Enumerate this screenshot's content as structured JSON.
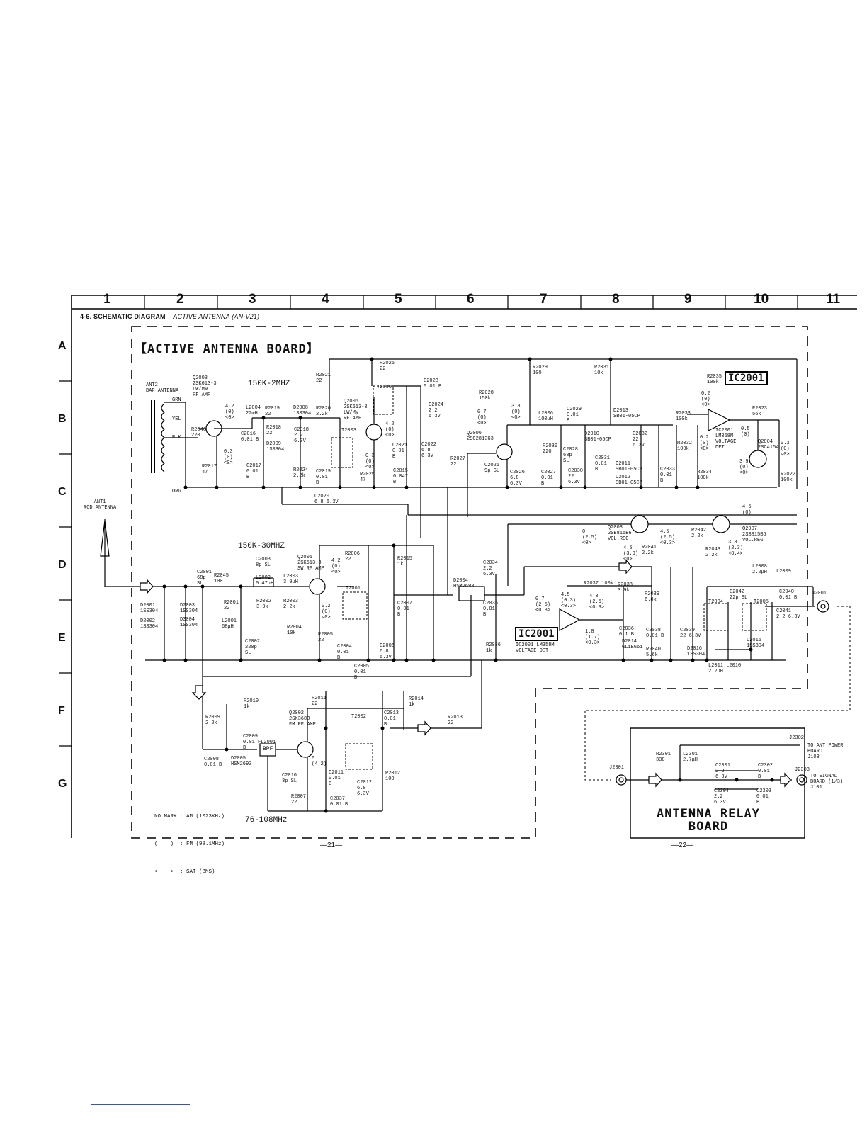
{
  "columns": [
    "1",
    "2",
    "3",
    "4",
    "5",
    "6",
    "7",
    "8",
    "9",
    "10",
    "11"
  ],
  "rows": [
    "A",
    "B",
    "C",
    "D",
    "E",
    "F",
    "G"
  ],
  "heading": {
    "prefix": "4-6.  SCHEMATIC DIAGRAM –",
    "italic": "ACTIVE ANTENNA (AN-V21)",
    "suffix": "–"
  },
  "boards": {
    "active": "【ACTIVE ANTENNA BOARD】",
    "relay_line1": "ANTENNA RELAY",
    "relay_line2": "BOARD"
  },
  "ic_labels": [
    "IC2001",
    "IC2001"
  ],
  "bands": [
    "150K-2MHZ",
    "150K-30MHZ",
    "76-108MHz"
  ],
  "antennas": {
    "bar": "ANT2\nBAR ANTENNA",
    "rod": "ANT1\nROD ANTENNA",
    "wires": [
      "GRN",
      "YEL",
      "BLK",
      "ORG"
    ]
  },
  "components": [
    {
      "t": "Q2003\n2SK613-3\nLW/MW\nRF AMP"
    },
    {
      "t": "R2046\n220"
    },
    {
      "t": "L2004\n22mH"
    },
    {
      "t": "R2019\n22"
    },
    {
      "t": "D2008\n1SS304"
    },
    {
      "t": "R2020\n2.2k"
    },
    {
      "t": "R2021\n22"
    },
    {
      "t": "R2026\n22"
    },
    {
      "t": "Q2005\n2SK613-3\nLW/MW\nRF AMP"
    },
    {
      "t": "T2006"
    },
    {
      "t": "C2023\n0.01 B"
    },
    {
      "t": "C2024\n2.2\n6.3V"
    },
    {
      "t": "R2028\n150k"
    },
    {
      "t": "R2029\n100"
    },
    {
      "t": "R2031\n10k"
    },
    {
      "t": "R2035\n100k"
    },
    {
      "t": "C2016\n0.01 B"
    },
    {
      "t": "R2018\n22"
    },
    {
      "t": "D2009\n1SS304"
    },
    {
      "t": "C2018\n2.2\n6.3V"
    },
    {
      "t": "T2003"
    },
    {
      "t": "C2021\n0.01\nB"
    },
    {
      "t": "C2022\n6.8\n6.3V"
    },
    {
      "t": "Q2006\n2SC2813G3"
    },
    {
      "t": "L2006\n100μH"
    },
    {
      "t": "C2029\n0.01\nB"
    },
    {
      "t": "D2013\nSB01-05CP"
    },
    {
      "t": "R2033\n100k"
    },
    {
      "t": "IC2001\nLM358M\nVOLTAGE\nDET"
    },
    {
      "t": "R2023\n56k"
    },
    {
      "t": "D2010\nSB01-05CP"
    },
    {
      "t": "C2032\n22\n6.3V"
    },
    {
      "t": "R2032\n100k"
    },
    {
      "t": "Q2004\n2SC4154"
    },
    {
      "t": "R2030\n220"
    },
    {
      "t": "C2028\n68p\nSL"
    },
    {
      "t": "C2031\n0.01\nB"
    },
    {
      "t": "D2011\nSB01-05CP"
    },
    {
      "t": "D2012\nSB01-05CP"
    },
    {
      "t": "C2033\n0.01\nB"
    },
    {
      "t": "R2034\n100k"
    },
    {
      "t": "R2022\n100k"
    },
    {
      "t": "R2017\n47"
    },
    {
      "t": "C2017\n0.01\nB"
    },
    {
      "t": "R2024\n2.2k"
    },
    {
      "t": "C2019\n0.01\nB"
    },
    {
      "t": "R2025\n47"
    },
    {
      "t": "C2015\n0.047\nB"
    },
    {
      "t": "R2027\n22"
    },
    {
      "t": "C2025\n9p SL"
    },
    {
      "t": "C2026\n6.8\n6.3V"
    },
    {
      "t": "C2027\n0.01\nB"
    },
    {
      "t": "C2030\n22\n6.3V"
    },
    {
      "t": "C2020\n6.8 6.3V"
    },
    {
      "t": "Q2008\n2SB815B6\nVOL.REG"
    },
    {
      "t": "Q2007\n2SB815B6\nVOL.REG"
    },
    {
      "t": "R2042\n2.2k"
    },
    {
      "t": "R2041\n2.2k"
    },
    {
      "t": "R2043\n2.2k"
    },
    {
      "t": "C2003\n8p SL"
    },
    {
      "t": "Q2001\n2SK613-3\nSW RF AMP"
    },
    {
      "t": "R2006\n22"
    },
    {
      "t": "R2015\n1k"
    },
    {
      "t": "C2001\n68p\nSL"
    },
    {
      "t": "R2045\n100"
    },
    {
      "t": "L2002\n0.47μH"
    },
    {
      "t": "L2003\n3.9μH"
    },
    {
      "t": "T2001"
    },
    {
      "t": "D2004\nHSM2693"
    },
    {
      "t": "C2034\n2.2\n6.3V"
    },
    {
      "t": "R2001\n22"
    },
    {
      "t": "R2002\n3.9k"
    },
    {
      "t": "R2003\n2.2k"
    },
    {
      "t": "C2007\n0.01\nB"
    },
    {
      "t": "C2035\n0.01\nB"
    },
    {
      "t": "R2037 100k"
    },
    {
      "t": "R2038\n3.9k"
    },
    {
      "t": "R2039\n6.8k"
    },
    {
      "t": "L2008\n2.2μH"
    },
    {
      "t": "L2009"
    },
    {
      "t": "C2042\n22p SL"
    },
    {
      "t": "C2040\n0.01 B"
    },
    {
      "t": "J2001"
    },
    {
      "t": "D2001\n1SS304"
    },
    {
      "t": "D2003\n1SS304"
    },
    {
      "t": "D2002\n1SS304"
    },
    {
      "t": "D3004\n1SS304"
    },
    {
      "t": "L2001\n68μH"
    },
    {
      "t": "R2004\n10k"
    },
    {
      "t": "R2005\n22"
    },
    {
      "t": "C2004\n0.01\nB"
    },
    {
      "t": "C2006\n6.8\n6.3V"
    },
    {
      "t": "C2005\n0.01\nB"
    },
    {
      "t": "R2036\n1k"
    },
    {
      "t": "IC2001 LM358M\nVOLTAGE DET"
    },
    {
      "t": "C2036\n0.1 B"
    },
    {
      "t": "D2014\nGL1EG61"
    },
    {
      "t": "C2038\n0.01 B"
    },
    {
      "t": "C2039\n22 6.3V"
    },
    {
      "t": "R2040\n5.6k"
    },
    {
      "t": "T2004"
    },
    {
      "t": "T2005"
    },
    {
      "t": "C2041\n2.2 6.3V"
    },
    {
      "t": "D2015\n1SS304"
    },
    {
      "t": "D2016\n1SS304"
    },
    {
      "t": "L2011 L2010\n2.2μH"
    },
    {
      "t": "C2002\n220p\nSL"
    },
    {
      "t": "R2010\n1k"
    },
    {
      "t": "R2011\n22"
    },
    {
      "t": "R2014\n1k"
    },
    {
      "t": "Q2002\n2SK368D\nFM RF AMP"
    },
    {
      "t": "T2002"
    },
    {
      "t": "C2013\n0.01\nB"
    },
    {
      "t": "R2013\n22"
    },
    {
      "t": "R2009\n2.2k"
    },
    {
      "t": "C2009\n0.01 FL2001\nB"
    },
    {
      "t": "C2008\n0.01 B"
    },
    {
      "t": "D2005\nHSM2693"
    },
    {
      "t": "C2010\n3p SL"
    },
    {
      "t": "C2011\n0.01\nB"
    },
    {
      "t": "C2012\n6.8\n6.3V"
    },
    {
      "t": "R2012\n100"
    },
    {
      "t": "R2007\n22"
    },
    {
      "t": "C2037\n0.01 B"
    },
    {
      "t": "J2302"
    },
    {
      "t": "TO ANT POWER\nBOARD\nJ103"
    },
    {
      "t": "R2301\n330"
    },
    {
      "t": "L2301\n2.7μH"
    },
    {
      "t": "C2301\n2.2\n6.3V"
    },
    {
      "t": "C2302\n0.01\nB"
    },
    {
      "t": "J2301"
    },
    {
      "t": "J2303"
    },
    {
      "t": "TO SIGNAL\nBOARD (1/3)\nJ101"
    },
    {
      "t": "C2304\n2.2\n6.3V"
    },
    {
      "t": "C2303\n0.01\nB"
    },
    {
      "t": "BPF"
    }
  ],
  "voltages": [
    "4.2\n(0)\n<0>",
    "0.3\n(0)\n<0>",
    "4.2\n(0)\n<0>",
    "0.3\n(0)\n<0>",
    "0.7\n(0)\n<0>",
    "3.8\n(0)\n<0>",
    "0.2\n(0)\n<0>",
    "0.2\n(0)\n<0>",
    "0.5\n(0)",
    "0.3\n(0)\n<0>",
    "3.9\n(0)\n<0>",
    "4.5\n(0)",
    "0\n(2.5)\n<0>",
    "4.5\n(2.5)\n<0.3>",
    "4.5\n(3.9)\n<0>",
    "3.8\n(2.3)\n<0.4>",
    "4.2\n(0)\n<0>",
    "0.2\n(0)\n<0>",
    "0.7\n(2.5)\n<0.3>",
    "4.5\n(0.3)\n<0.3>",
    "4.3\n(2.5)\n<0.3>",
    "1.8\n(1.7)\n<0.3>",
    "0\n(4.2)"
  ],
  "legend": {
    "line1": "NO MARK : AM (1023KHz)",
    "line2": "(    )  : FM (98.1MHz)",
    "line3": "<    >  : SAT (BMS)"
  },
  "page_numbers": [
    "—21—",
    "—22—"
  ]
}
